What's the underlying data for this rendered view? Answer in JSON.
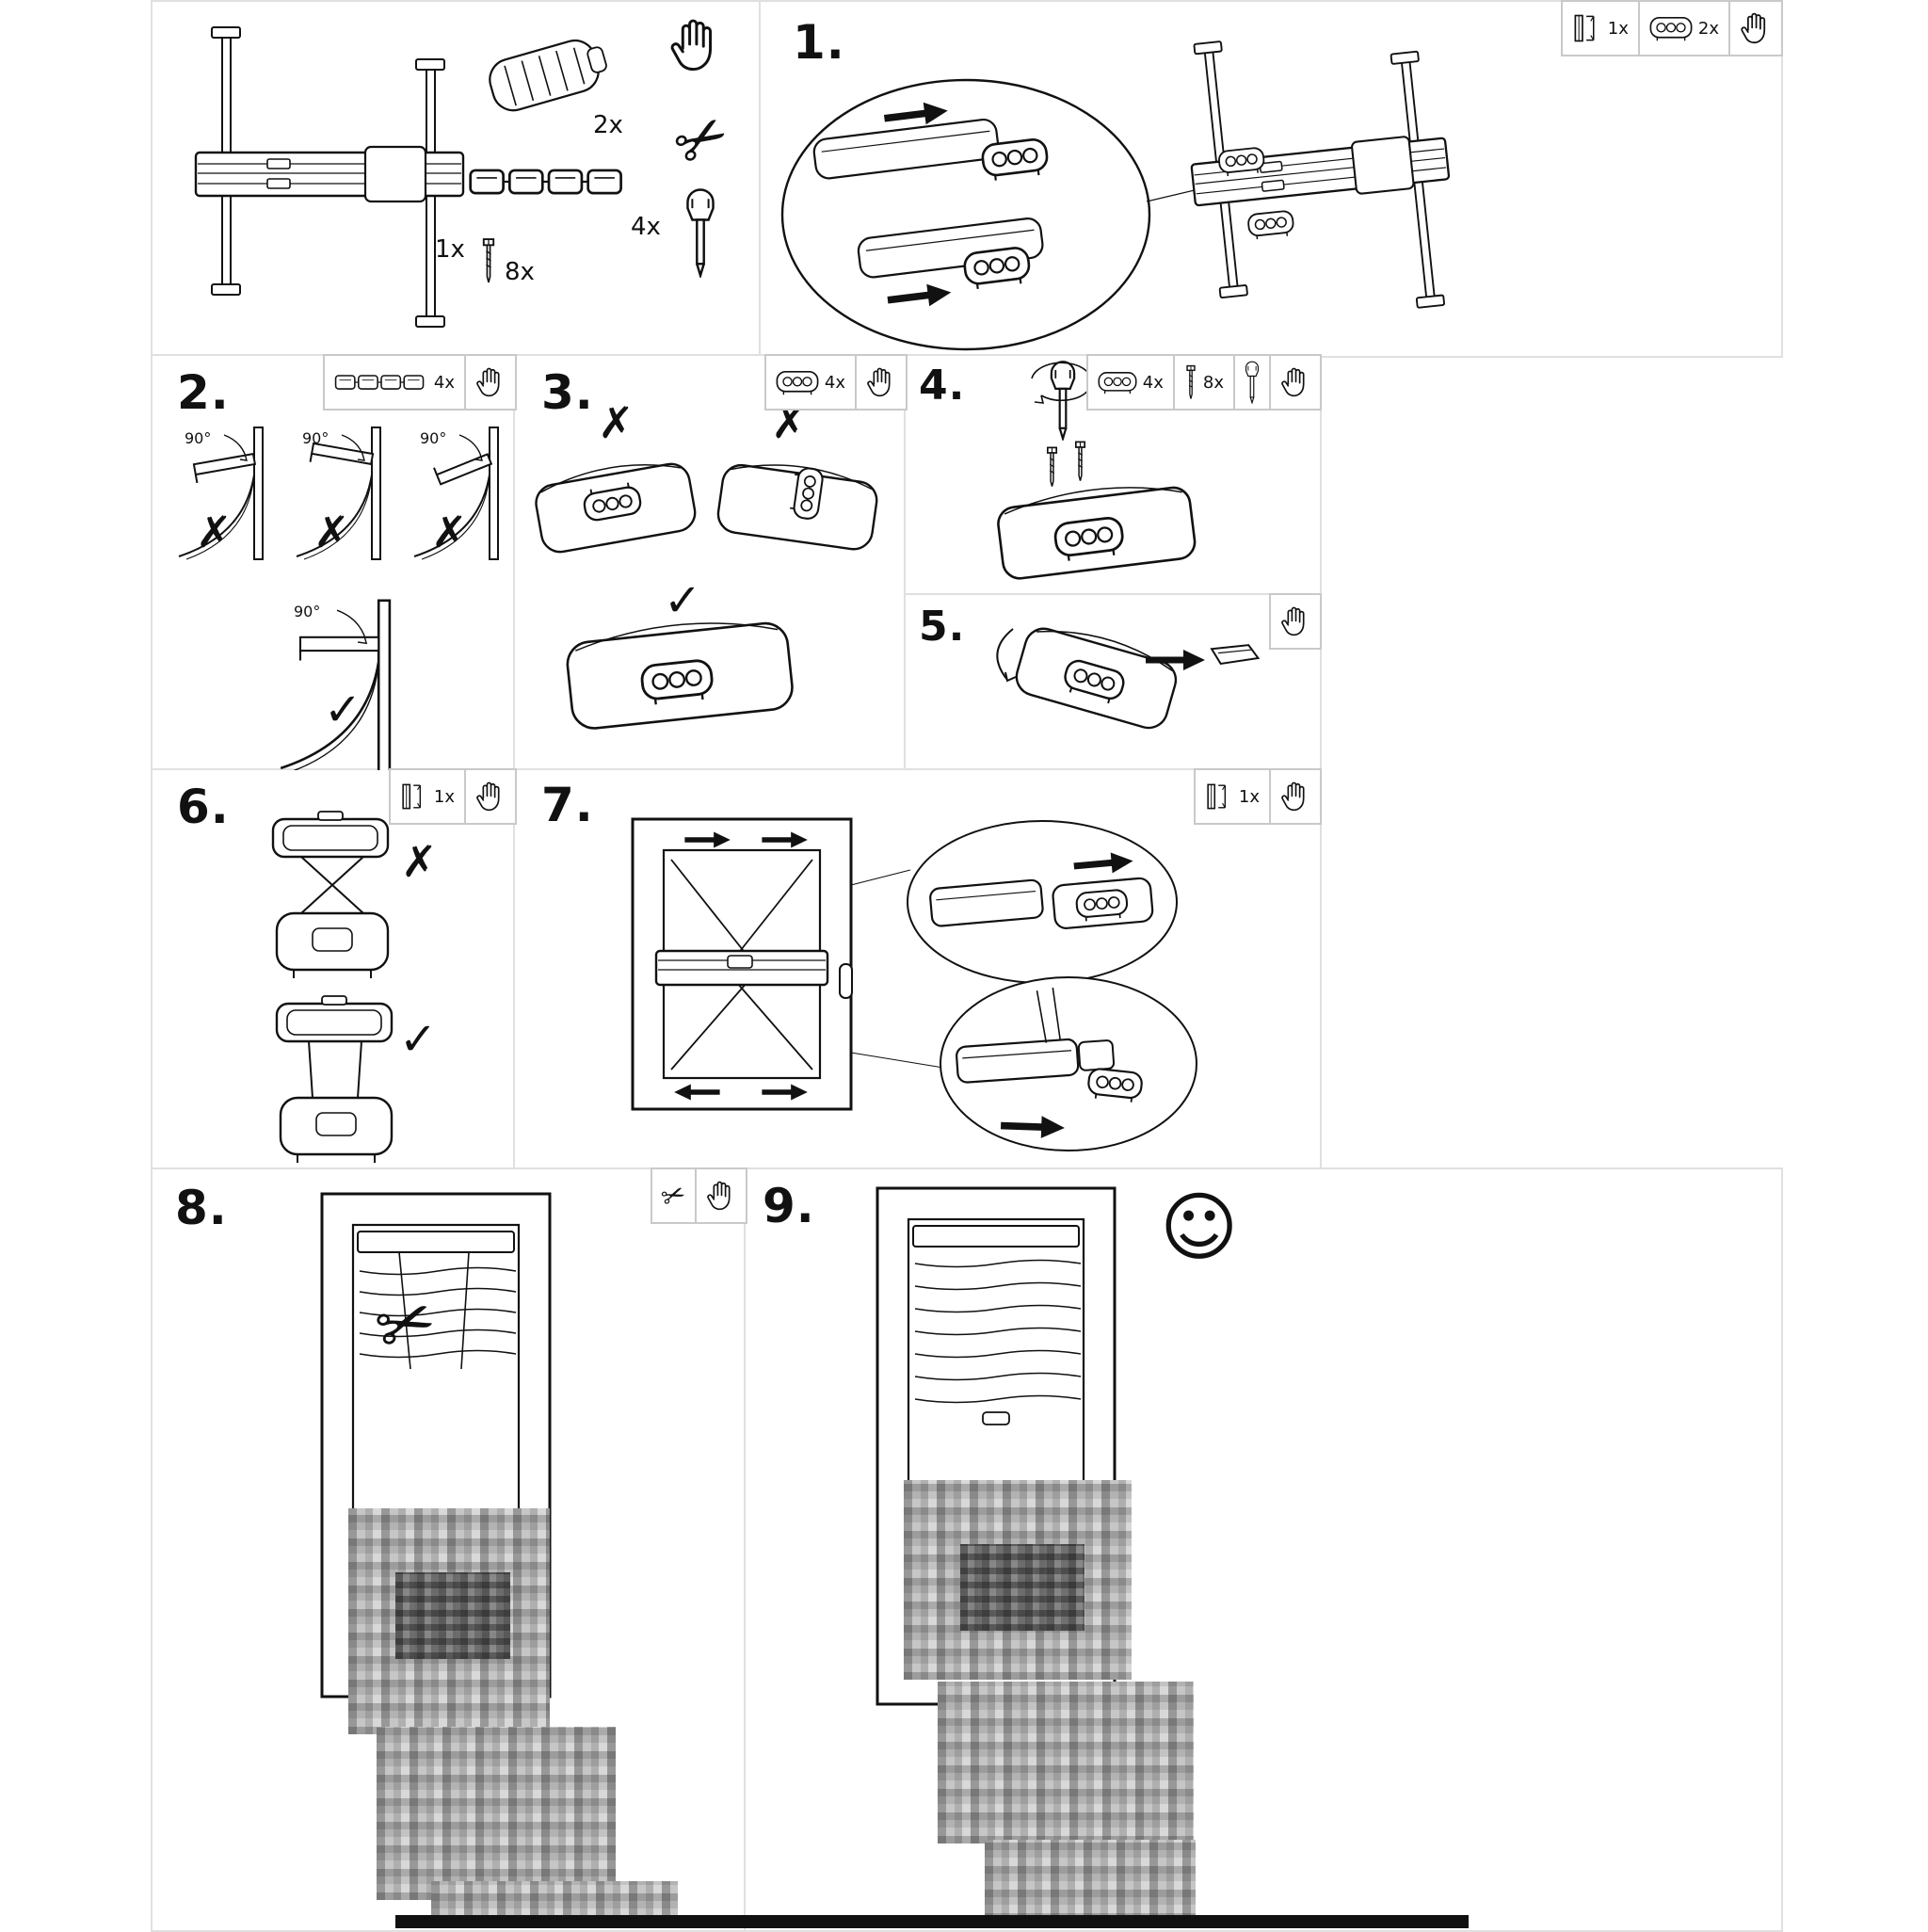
{
  "meta": {
    "bg": "#ffffff",
    "ink": "#111111",
    "panel_border": "#e0e0e0"
  },
  "symbols": {
    "check": "✓",
    "cross": "✗",
    "scissors": "✂",
    "smiley": "☺"
  },
  "parts": {
    "rail_qty": "1x",
    "clip_qty": "2x",
    "strip_qty": "4x",
    "screw_qty": "8x"
  },
  "steps": {
    "s1": {
      "label": "1.",
      "bracket_qty": "1x",
      "clip_qty": "2x"
    },
    "s2": {
      "label": "2.",
      "strip_qty": "4x",
      "angle": "90°"
    },
    "s3": {
      "label": "3.",
      "clip_qty": "4x"
    },
    "s4": {
      "label": "4.",
      "clip_qty": "4x",
      "screw_qty": "8x"
    },
    "s5": {
      "label": "5."
    },
    "s6": {
      "label": "6.",
      "bracket_qty": "1x"
    },
    "s7": {
      "label": "7.",
      "bracket_qty": "1x"
    },
    "s8": {
      "label": "8."
    },
    "s9": {
      "label": "9."
    }
  }
}
